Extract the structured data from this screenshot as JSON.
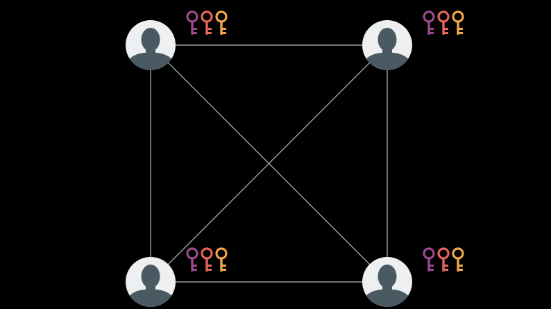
{
  "diagram": {
    "background": "#000000",
    "edge_color": "#b9bcbf",
    "avatar": {
      "icon": "user-icon",
      "circle_color": "#edeff1",
      "figure_color": "#4a5a62"
    },
    "keys": [
      {
        "icon": "key-icon",
        "color": "#9b4a8c"
      },
      {
        "icon": "key-icon",
        "color": "#e8655c"
      },
      {
        "icon": "key-icon",
        "color": "#f0a848"
      }
    ],
    "nodes": [
      {
        "id": "top-left"
      },
      {
        "id": "top-right"
      },
      {
        "id": "bottom-left"
      },
      {
        "id": "bottom-right"
      }
    ],
    "edges": [
      [
        "top-left",
        "top-right"
      ],
      [
        "top-left",
        "bottom-left"
      ],
      [
        "top-left",
        "bottom-right"
      ],
      [
        "top-right",
        "bottom-left"
      ],
      [
        "top-right",
        "bottom-right"
      ],
      [
        "bottom-left",
        "bottom-right"
      ]
    ]
  }
}
